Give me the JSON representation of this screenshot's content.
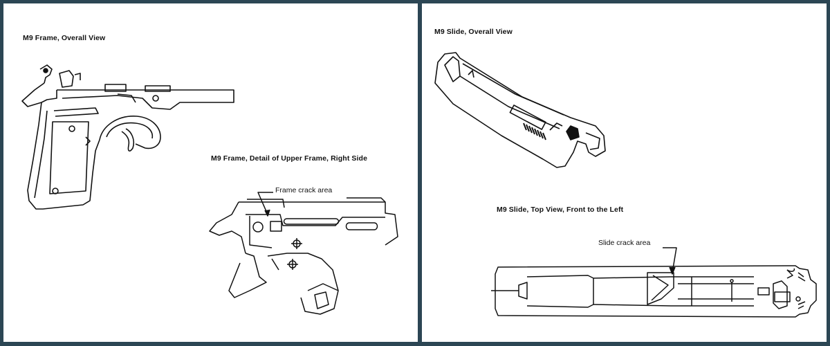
{
  "left_panel": {
    "frame_overall_caption": "M9 Frame, Overall View",
    "frame_detail_caption": "M9 Frame, Detail of Upper Frame, Right Side",
    "frame_crack_label": "Frame crack area"
  },
  "right_panel": {
    "slide_overall_caption": "M9 Slide, Overall View",
    "slide_top_caption": "M9 Slide, Top View, Front to the Left",
    "slide_crack_label": "Slide crack area"
  },
  "colors": {
    "frame_border": "#2c4654",
    "ink": "#111111",
    "paper": "#ffffff"
  }
}
